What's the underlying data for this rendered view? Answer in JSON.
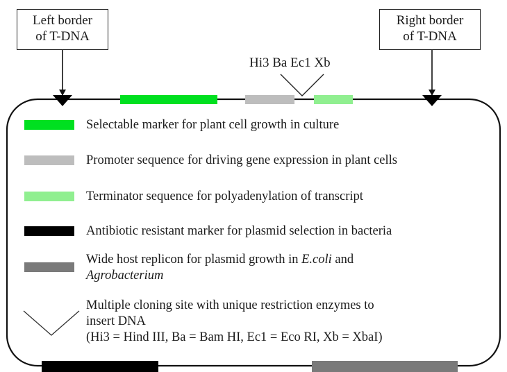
{
  "callouts": {
    "left_border": {
      "line1": "Left border",
      "line2": "of T-DNA"
    },
    "right_border": {
      "line1": "Right border",
      "line2": "of T-DNA"
    }
  },
  "cloning_sites_label": "Hi3 Ba Ec1 Xb",
  "colors": {
    "selectable_marker": "#00e020",
    "promoter": "#bdbdbd",
    "terminator": "#90ef90",
    "antibiotic_marker": "#000000",
    "replicon": "#7a7a7a",
    "outline": "#111111"
  },
  "legend": [
    {
      "id": "selectable-marker",
      "color_key": "selectable_marker",
      "text": "Selectable marker for plant cell growth in culture"
    },
    {
      "id": "promoter",
      "color_key": "promoter",
      "text": "Promoter sequence for driving gene expression in plant cells"
    },
    {
      "id": "terminator",
      "color_key": "terminator",
      "text": "Terminator sequence for polyadenylation of transcript"
    },
    {
      "id": "antibiotic-marker",
      "color_key": "antibiotic_marker",
      "text": "Antibiotic resistant marker for plasmid selection in bacteria"
    },
    {
      "id": "replicon",
      "color_key": "replicon",
      "line1_prefix": "Wide host replicon for plasmid growth in ",
      "line1_italic": "E.coli",
      "line1_suffix": " and",
      "line2_italic": "Agrobacterium"
    },
    {
      "id": "mcs",
      "line1": "Multiple cloning site with unique restriction enzymes to",
      "line2": "insert DNA",
      "line3": "(Hi3 = Hind III, Ba = Bam HI, Ec1 = Eco RI, Xb = XbaI)"
    }
  ]
}
